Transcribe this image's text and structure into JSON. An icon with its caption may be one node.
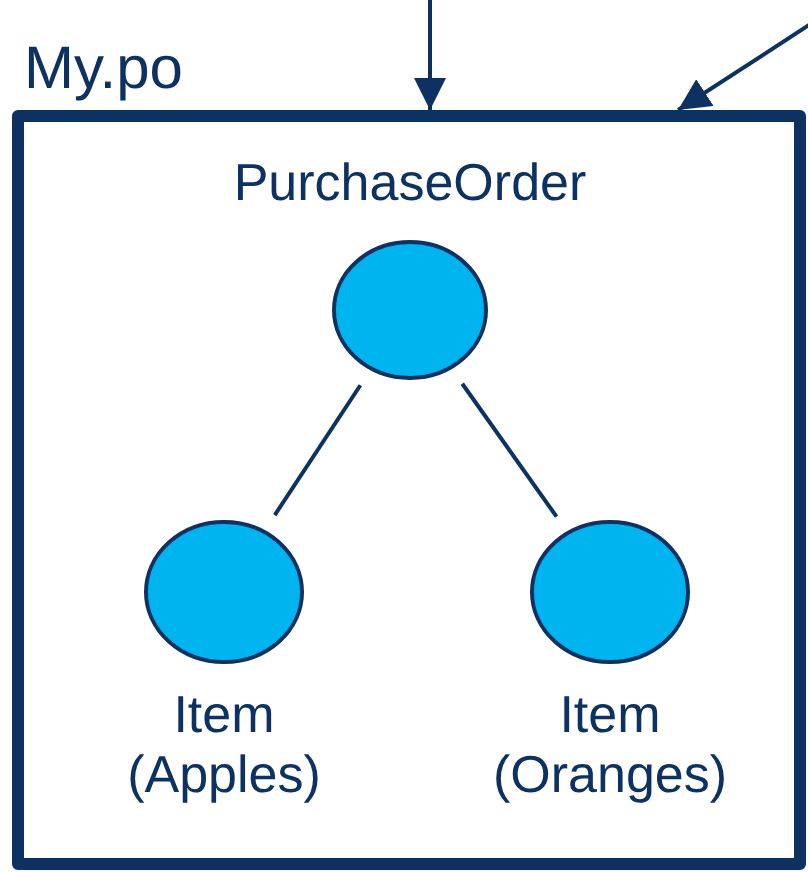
{
  "diagram": {
    "nodes": [
      {
        "text": [
          "My.po"
        ]
      },
      {
        "text": [
          "PurchaseOrder"
        ],
        "in": 0
      },
      {
        "text": [
          "Item (Apples)"
        ],
        "in": 0
      },
      {
        "text": [
          "Item (Oranges)"
        ],
        "in": 0
      }
    ],
    "edges": [
      {
        "from": null,
        "to": 0,
        "arrow": "to"
      },
      {
        "from": null,
        "to": 0,
        "arrow": "to"
      },
      {
        "from": 1,
        "to": 2,
        "arrow": "none"
      },
      {
        "from": 1,
        "to": 3,
        "arrow": "none"
      }
    ]
  }
}
